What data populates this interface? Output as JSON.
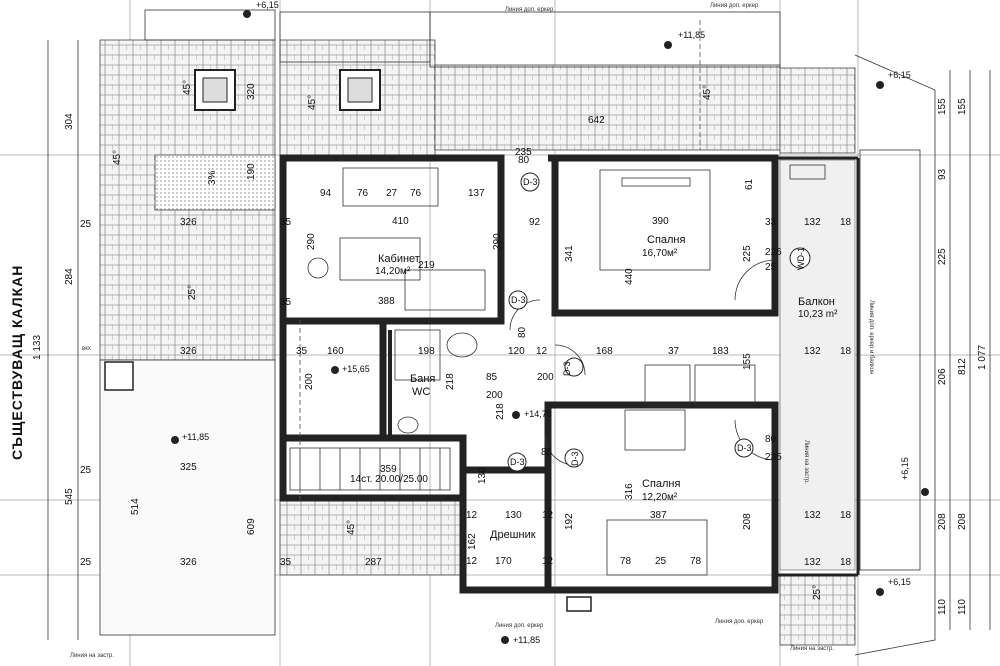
{
  "title_vertical": "СЪЩЕСТВУВАЩ КАЛКАН",
  "rooms": [
    {
      "id": "kabinet",
      "name": "Кабинет",
      "area": "14,20м²"
    },
    {
      "id": "spalnya1",
      "name": "Спалня",
      "area": "16,70м²"
    },
    {
      "id": "balkon",
      "name": "Балкон",
      "area": "10,23 m²"
    },
    {
      "id": "banya",
      "name": "Баня",
      "sub": "WC"
    },
    {
      "id": "spalnya2",
      "name": "Спалня",
      "area": "12,20м²"
    },
    {
      "id": "dreshnik",
      "name": "Дрешник"
    }
  ],
  "stair_label": "14ст. 20.00/25.00",
  "levels": {
    "top": "+6,15",
    "upper": "+11,85",
    "right_top": "+6,15",
    "right_mid": "+6,15",
    "right_bottom": "+6,15",
    "left": "+11,85",
    "bath": "+15,65",
    "hall": "+14,70",
    "bottom": "+11,85"
  },
  "doors": [
    "D-3",
    "D-3",
    "D-3",
    "D-3",
    "D-3",
    "D-3"
  ],
  "window_tag": "WD-1",
  "notes": {
    "top": "Линия доп. еркер",
    "top2": "Линия доп. еркер",
    "bottom": "Линия доп. еркер",
    "bottom2": "Линия доп. еркер",
    "bottom_right": "Линия на застр.",
    "bottom_left": "Линия на застр.",
    "right": "Линия на застр.",
    "right_balcony": "Линия доп. еркер и балкон",
    "vkh": "вкх"
  },
  "dims_left": [
    "1 133",
    "304",
    "284",
    "545",
    "25",
    "25",
    "25"
  ],
  "dims_right": [
    "155",
    "155",
    "93",
    "225",
    "206",
    "812",
    "1 077",
    "208",
    "208",
    "110",
    "110"
  ],
  "dims_inner": [
    "94",
    "76",
    "27",
    "76",
    "137",
    "410",
    "290",
    "290",
    "219",
    "388",
    "35",
    "35",
    "35",
    "35",
    "160",
    "198",
    "120",
    "12",
    "200",
    "218",
    "218",
    "200",
    "85",
    "85",
    "200",
    "359",
    "130",
    "130",
    "170",
    "162",
    "192",
    "390",
    "341",
    "440",
    "225",
    "226",
    "235",
    "235",
    "80",
    "80",
    "80",
    "25",
    "168",
    "37",
    "183",
    "155",
    "132",
    "132",
    "132",
    "132",
    "18",
    "18",
    "18",
    "18",
    "33",
    "61",
    "92",
    "316",
    "387",
    "78",
    "25",
    "78",
    "208",
    "12",
    "12",
    "12",
    "12",
    "642",
    "410",
    "326",
    "326",
    "326",
    "325",
    "514",
    "609",
    "287",
    "320",
    "190",
    "45°",
    "45°",
    "45°",
    "45°",
    "45°",
    "3%",
    "25°",
    "25°"
  ],
  "roof_angle": "45°",
  "slope": "3%"
}
